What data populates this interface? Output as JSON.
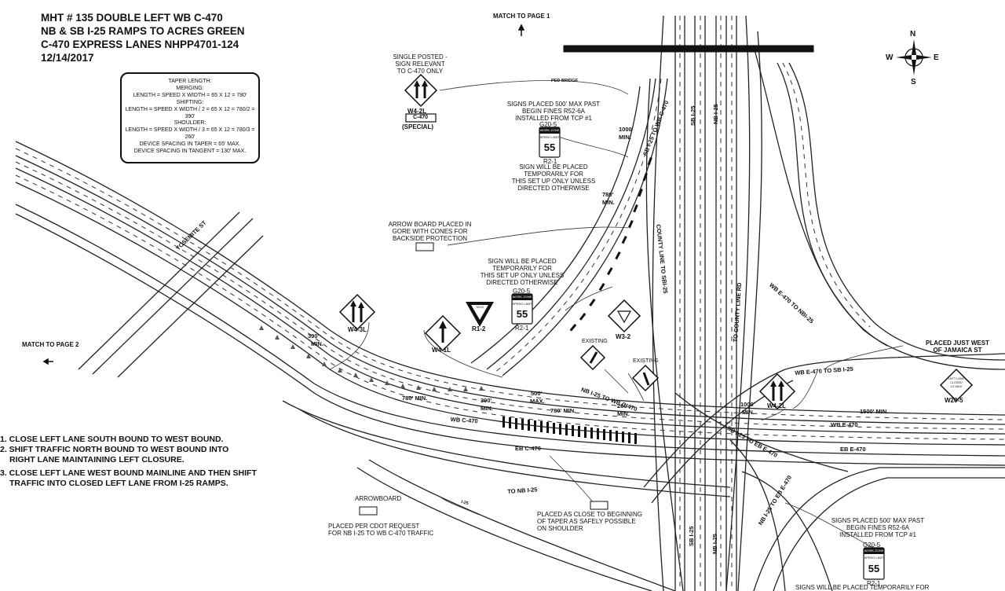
{
  "title": {
    "line1": "MHT # 135 DOUBLE LEFT WB C-470",
    "line2": "NB & SB I-25 RAMPS TO ACRES GREEN",
    "line3": "C-470 EXPRESS LANES  NHPP4701-124",
    "line4": "12/14/2017"
  },
  "taper": {
    "l1": "TAPER LENGTH:",
    "l2": "MERGING:",
    "l3": "LENGTH = SPEED X WIDTH = 65 X 12 = 780'",
    "l4": "SHIFTING:",
    "l5": "LENGTH = SPEED X WIDTH / 2 = 65 X 12 = 780/2 = 390'",
    "l6": "SHOULDER:",
    "l7": "LENGTH = SPEED X WIDTH / 3 = 65 X 12 = 780/3 = 260'",
    "l8": "DEVICE SPACING IN TAPER = 65' MAX.",
    "l9": "DEVICE SPACING IN TANGENT = 130' MAX."
  },
  "match": {
    "page1": "MATCH TO PAGE 1",
    "page2": "MATCH TO PAGE 2"
  },
  "compass": {
    "n": "N",
    "s": "S",
    "e": "E",
    "w": "W"
  },
  "annotations": {
    "single_posted": [
      "SINGLE POSTED -",
      "SIGN RELEVANT",
      "TO C-470 ONLY"
    ],
    "signs_placed_top": [
      "SIGNS PLACED 500' MAX PAST",
      "BEGIN FINES R52-6A",
      "INSTALLED FROM TCP #1"
    ],
    "temp_sign_top": [
      "SIGN WILL BE PLACED",
      "TEMPORARILY FOR",
      "THIS SET UP ONLY UNLESS",
      "DIRECTED OTHERWISE"
    ],
    "arrow_board_gore": [
      "ARROW BOARD PLACED IN",
      "GORE WITH CONES FOR",
      "BACKSIDE PROTECTION"
    ],
    "temp_sign_mid": [
      "SIGN WILL BE PLACED",
      "TEMPORARILY FOR",
      "THIS SET UP ONLY UNLESS",
      "DIRECTED OTHERWISE"
    ],
    "placed_jamaica": [
      "PLACED JUST WEST",
      "OF JAMAICA ST"
    ],
    "arrowboard_label": "ARROWBOARD",
    "cdot_request": [
      "PLACED PER CDOT REQUEST",
      "FOR NB I-25 TO WB C-470 TRAFFIC"
    ],
    "placed_close": [
      "PLACED AS CLOSE TO BEGINNING",
      "OF TAPER AS SAFELY POSSIBLE",
      "ON SHOULDER"
    ],
    "signs_placed_bottom": [
      "SIGNS PLACED 500' MAX PAST",
      "BEGIN FINES R52-6A",
      "INSTALLED FROM TCP #1"
    ],
    "temp_sign_bottom": "SIGNS WILL BE PLACED TEMPORARILY FOR",
    "existing1": "EXISTING",
    "existing2": "EXISTING"
  },
  "sign_labels": {
    "w4_2l_top": "W4-2L",
    "c470_plaque": "C-470",
    "special": "(SPECIAL)",
    "g20_5_top": "G20-5",
    "r2_1_top": "R2-1",
    "w4_3l": "W4-3L",
    "w4_1l": "W4-1L",
    "r1_2": "R1-2",
    "g20_5_mid": "G20-5",
    "r2_1_mid": "R2-1",
    "w3_2": "W3-2",
    "w4_2l_right": "W4-2L",
    "w20_5": "W20-5",
    "g20_5_bottom": "G20-5",
    "r2_1_bottom": "R2-1",
    "speed_value": "55",
    "work_zone": "WORK ZONE",
    "speed_limit": "SPEED LIMIT",
    "yield": "YIELD",
    "lane_closed": [
      "LEFT LANE",
      "CLOSED",
      "1/2 MILE"
    ]
  },
  "distances": {
    "d1000_top": "1000'",
    "min_a": "MIN.",
    "d780_top": "780'",
    "min_b": "MIN.",
    "d390_left": "390'",
    "min_c": "MIN.",
    "d780_mid": "780' MIN.",
    "d390_mid": "390'",
    "min_d": "MIN.",
    "d500": "500'",
    "max_a": "MAX.",
    "d780_low": "780' MIN.",
    "d260": "260'",
    "min_e": "MIN.",
    "d1000_right": "1000'",
    "min_f": "MIN.",
    "d1500": "1500' MIN."
  },
  "roads": {
    "ped_bridge": "PED BRIDGE",
    "sb_i25_to_wb": "SB I-25 TO WB C-470",
    "sb_i25_a": "SB I-25",
    "nb_i25_a": "NB I-25",
    "county_line_sb": "COUNTY LINE TO SBI-25",
    "to_county_line": "TO COUNTY LINE RD",
    "wb_e470_nb": "WB E-470 TO NBI-25",
    "yosemite": "YOSEMITE ST",
    "wb_e470_sb": "WB E-470 TO SB I-25",
    "nb_i25_wb": "NB I-25 TO WB C-470",
    "wb_c470": "WB C-470",
    "eb_c470": "EB C-470",
    "wb_e470": "WB E-470",
    "eb_e470": "EB E-470",
    "sb_i25_eb": "SB I-25 TO EB E-470",
    "nb_i25_eb": "NB I-25 TO EB E-470",
    "to_nb_i25": "TO NB I-25",
    "i25_small": "I-25",
    "sb_i25_b": "SB I-25",
    "nb_i25_b": "NB I-25"
  },
  "notes": {
    "n1": "1. CLOSE  LEFT LANE SOUTH BOUND TO WEST BOUND.",
    "n2a": "2. SHIFT TRAFFIC NORTH BOUND TO WEST BOUND INTO",
    "n2b": "RIGHT LANE MAINTAINING LEFT CLOSURE.",
    "n3a": "3. CLOSE LEFT LANE WEST BOUND MAINLINE AND THEN SHIFT",
    "n3b": "TRAFFIC INTO CLOSED LEFT LANE FROM I-25 RAMPS."
  }
}
